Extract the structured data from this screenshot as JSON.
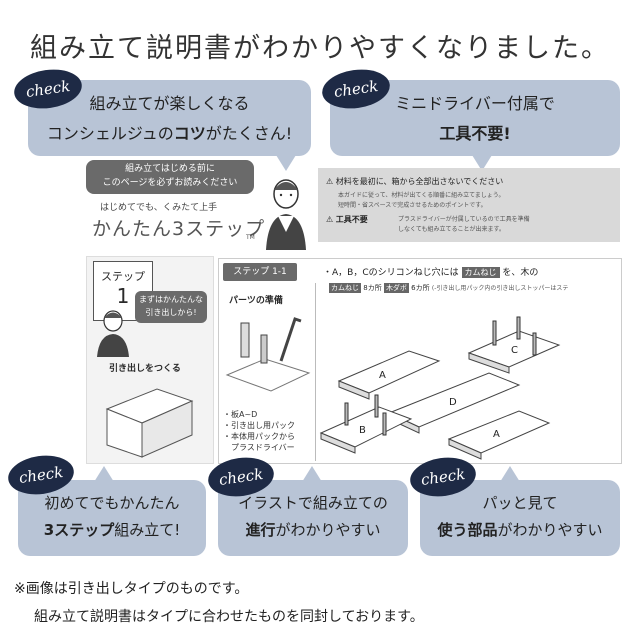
{
  "title": "組み立て説明書がわかりやすくなりました。",
  "badge": "check",
  "bubble1": {
    "line1": "組み立てが楽しくなる",
    "line2_pre": "コンシェルジュの",
    "line2_bold": "コツ",
    "line2_post": "がたくさん!"
  },
  "bubble2": {
    "line1": "ミニドライバー付属で",
    "line2_bold": "工具不要!"
  },
  "bubble3": {
    "line1": "初めてでもかんたん",
    "line2_bold": "3ステップ",
    "line2_post": "組み立て!"
  },
  "bubble4": {
    "line1": "イラストで組み立ての",
    "line2_bold": "進行",
    "line2_post": "がわかりやすい"
  },
  "bubble5": {
    "line1": "パッと見て",
    "line2_bold": "使う部品",
    "line2_post": "がわかりやすい"
  },
  "manual": {
    "read_first_1": "組み立てはじめる前に",
    "read_first_2": "このページを必ずお読みください",
    "subtitle": "はじめてでも、くみたて上手",
    "brand": "かんたん3ステップ",
    "tm": "TM",
    "warn1": "材料を最初に、箱から全部出さないでください",
    "warn1_sub1": "本ガイドに従って、材料が出てくる順番に組み立てましょう。",
    "warn1_sub2": "短時間・省スペースで完成させるためのポイントです。",
    "warn2_label": "工具不要",
    "warn2_sub1": "プラスドライバーが付属しているので工具を準備",
    "warn2_sub2": "しなくても組み立てることが出来ます。",
    "step_label": "ステップ",
    "step_num": "1",
    "step_speech1": "まずはかんたんな",
    "step_speech2": "引き出しから!",
    "step_caption": "引き出しをつくる",
    "step11": "ステップ 1-1",
    "parts_prep": "パーツの準備",
    "abc_text": "・A，B，Cのシリコンねじ穴には",
    "kamu": "カムねじ",
    "abc_tail": "を、木の",
    "kamu2": "カムねじ",
    "kamu2_n": "8カ所",
    "dabo": "木ダボ",
    "dabo_n": "6カ所",
    "row_tail": "(-引き出し用パック内の引き出しストッパーはステ",
    "list1": "・板A~D",
    "list2": "・引き出し用パック",
    "list3": "・本体用パックから",
    "list4": "プラスドライバー",
    "label_a": "A",
    "label_b": "B",
    "label_c": "C",
    "label_d": "D"
  },
  "note1": "※画像は引き出しタイプのものです。",
  "note2": "組み立て説明書はタイプに合わせたものを同封しております。"
}
